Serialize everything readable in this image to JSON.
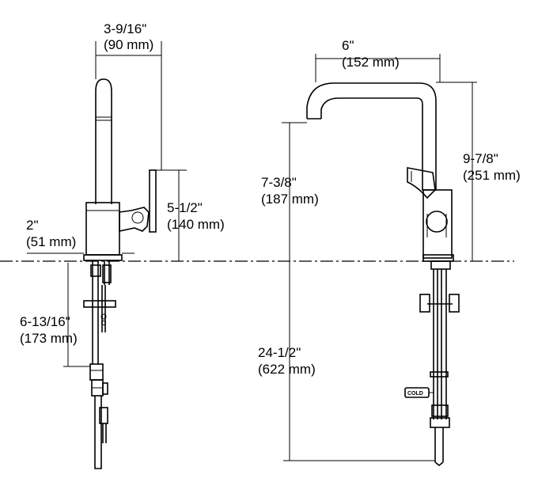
{
  "dimensions": {
    "width_top": {
      "imperial": "3-9/16\"",
      "metric": "(90 mm)"
    },
    "handle_height": {
      "imperial": "5-1/2\"",
      "metric": "(140 mm)"
    },
    "base_width": {
      "imperial": "2\"",
      "metric": "(51 mm)"
    },
    "below_deck": {
      "imperial": "6-13/16\"",
      "metric": "(173 mm)"
    },
    "spout_reach": {
      "imperial": "6\"",
      "metric": "(152 mm)"
    },
    "spout_height": {
      "imperial": "7-3/8\"",
      "metric": "(187 mm)"
    },
    "overall_height": {
      "imperial": "9-7/8\"",
      "metric": "(251 mm)"
    },
    "supply_length": {
      "imperial": "24-1/2\"",
      "metric": "(622 mm)"
    }
  },
  "labels": {
    "cold_tag": "COLD"
  }
}
